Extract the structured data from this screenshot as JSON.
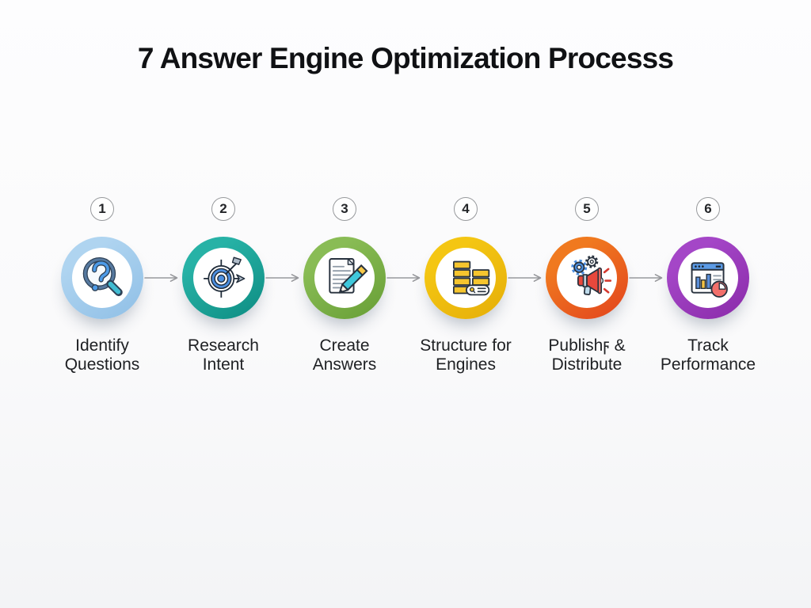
{
  "page": {
    "title": "7 Answer Engine Optimization Processs"
  },
  "arrow": {
    "color": "#98999D"
  },
  "palette": {
    "outline": "#28323E",
    "blue": "#4D8FE0",
    "cyan": "#3FC8DB",
    "yellow": "#F6C52E",
    "red": "#E8483C",
    "gray": "#8E9AA6"
  },
  "steps": [
    {
      "number": "1",
      "lines": [
        "Identify",
        "Questions"
      ],
      "icon": "magnifier-question-icon",
      "ring_color": "#AFD4F0",
      "ring_color2": "#8FBFE6"
    },
    {
      "number": "2",
      "lines": [
        "Research",
        "Intent"
      ],
      "icon": "target-arrow-icon",
      "ring_color": "#27B2A6",
      "ring_color2": "#0D8C82"
    },
    {
      "number": "3",
      "lines": [
        "Create",
        "Answers"
      ],
      "icon": "document-pencil-icon",
      "ring_color": "#89BC55",
      "ring_color2": "#679E35"
    },
    {
      "number": "4",
      "lines": [
        "Structure for",
        "Engines"
      ],
      "icon": "blocks-search-icon",
      "ring_color": "#F4C613",
      "ring_color2": "#E5AE08"
    },
    {
      "number": "5",
      "lines": [
        "Publishϝ &",
        "Distribute"
      ],
      "icon": "megaphone-gears-icon",
      "ring_color": "#F0791F",
      "ring_color2": "#E2431E"
    },
    {
      "number": "6",
      "lines": [
        "Track",
        "Performance"
      ],
      "icon": "analytics-window-icon",
      "ring_color": "#A446C7",
      "ring_color2": "#8A2BA9"
    }
  ]
}
